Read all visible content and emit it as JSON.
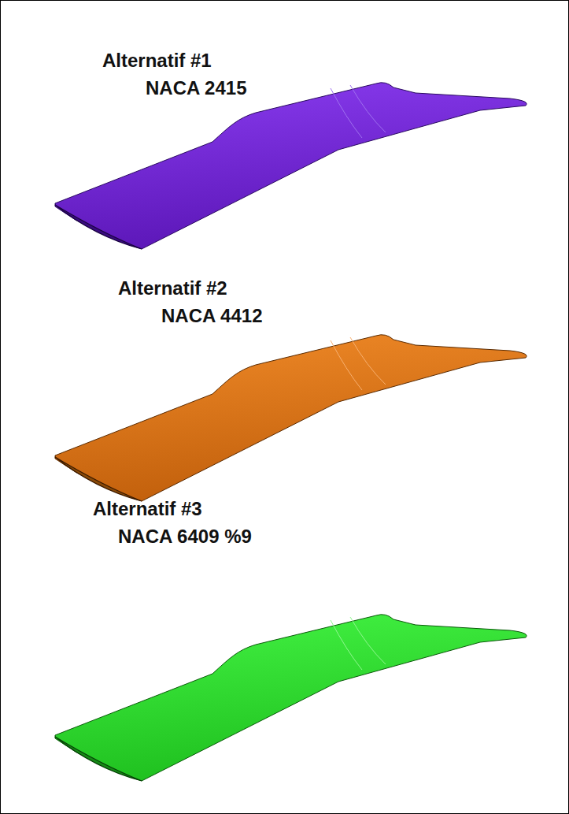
{
  "diagram": {
    "labels": [
      "Alternatif #1",
      "NACA 2415",
      "Alternatif #2",
      "NACA 4412",
      "Alternatif #3",
      "NACA 6409 %9"
    ]
  }
}
